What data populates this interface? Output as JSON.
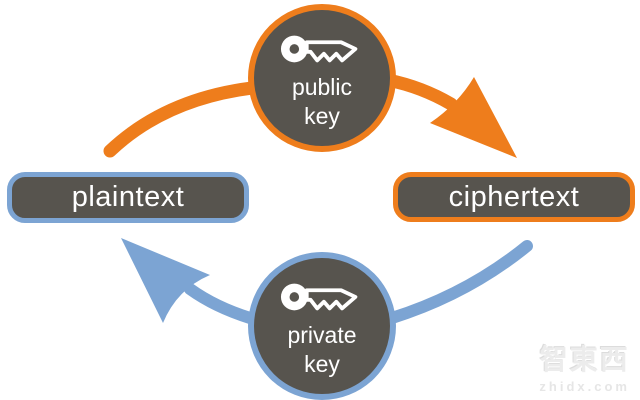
{
  "colors": {
    "orange": "#EE7D1C",
    "blue": "#7CA4D3",
    "dark_gray": "#57544E",
    "text_white": "#FFFFFF",
    "watermark_gray": "#ECECEC"
  },
  "nodes": {
    "plaintext": {
      "label": "plaintext",
      "border_color": "#7CA4D3"
    },
    "ciphertext": {
      "label": "ciphertext",
      "border_color": "#EE7D1C"
    },
    "public_key": {
      "line1": "public",
      "line2": "key",
      "icon": "key-icon",
      "border_color": "#EE7D1C"
    },
    "private_key": {
      "line1": "private",
      "line2": "key",
      "icon": "key-icon",
      "border_color": "#7CA4D3"
    }
  },
  "edges": [
    {
      "from": "plaintext",
      "to": "ciphertext",
      "via": "public_key",
      "color": "#EE7D1C",
      "path": "top"
    },
    {
      "from": "ciphertext",
      "to": "plaintext",
      "via": "private_key",
      "color": "#7CA4D3",
      "path": "bottom"
    }
  ],
  "watermark": {
    "logo_text": "智東西",
    "site_text": "zhidx.com"
  }
}
